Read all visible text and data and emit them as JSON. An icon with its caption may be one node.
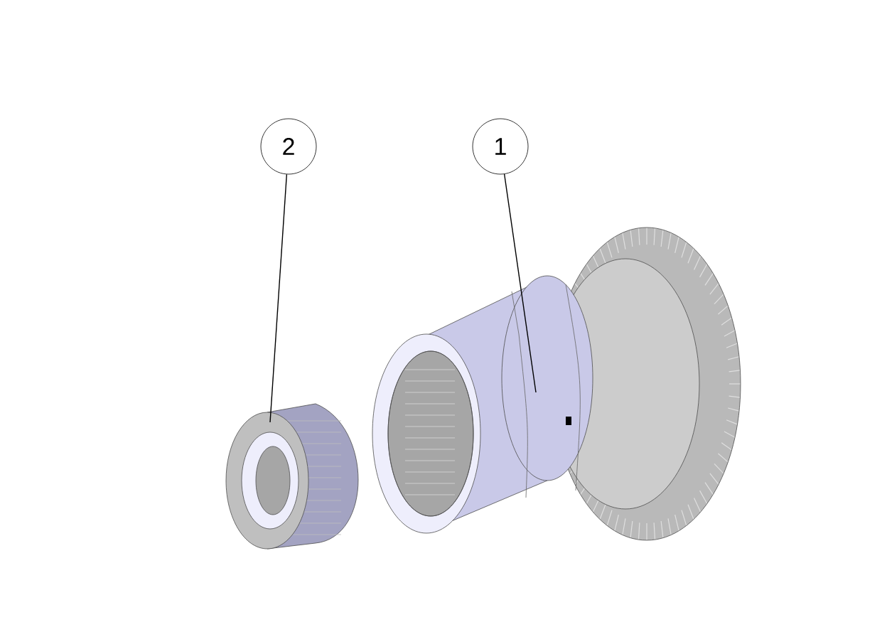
{
  "diagram": {
    "nodes": [
      {
        "text": [
          "1"
        ]
      },
      {
        "text": [
          "2"
        ]
      },
      {
        "text": [],
        "shape": "picture"
      },
      {
        "text": [],
        "shape": "picture"
      }
    ],
    "edges": [
      {
        "from": 0,
        "to": 2,
        "arrow": "none"
      },
      {
        "from": 1,
        "to": 3,
        "arrow": "none"
      }
    ]
  }
}
